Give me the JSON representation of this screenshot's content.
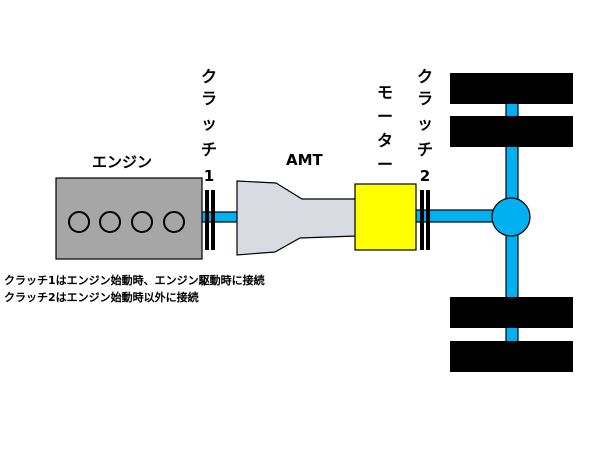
{
  "labels": {
    "engine": "エンジン",
    "clutch1": [
      "ク",
      "ラ",
      "ッ",
      "チ",
      "1"
    ],
    "amt": "AMT",
    "motor": [
      "モ",
      "ー",
      "タ",
      "ー"
    ],
    "clutch2": [
      "ク",
      "ラ",
      "ッ",
      "チ",
      "2"
    ]
  },
  "notes": {
    "line1": "クラッチ1はエンジン始動時、エンジン駆動時に接続",
    "line2": "クラッチ2はエンジン始動時以外に接続"
  },
  "colors": {
    "shaft": "#00b0f0",
    "engine_fill": "#a6a6a6",
    "amt_fill": "#d9dbe3",
    "motor_fill": "#ffff00",
    "hub_fill": "#00b0f0",
    "wheel_fill": "#000000",
    "clutch_plate": "#000000"
  }
}
